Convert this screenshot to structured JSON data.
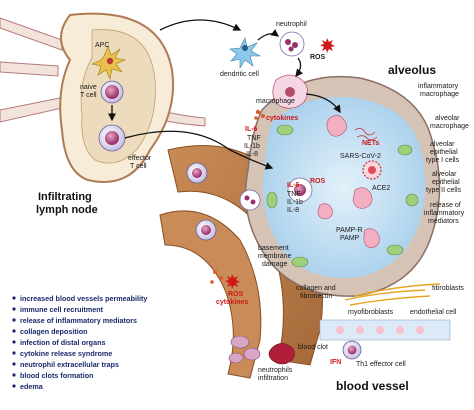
{
  "lymph_node": {
    "title_line1": "Infiltrating",
    "title_line2": "lymph node",
    "apc": "APC",
    "naive_t_cell_1": "naive",
    "naive_t_cell_2": "T cell",
    "effector_t_cell_1": "effector",
    "effector_t_cell_2": "T cell"
  },
  "top_cells": {
    "dendritic_cell": "dendritic cell",
    "neutrophil": "neutrophil",
    "ros": "ROS",
    "macrophage": "macrophage",
    "cytokines": "cytokines",
    "il6": "IL-6",
    "tnf": "TNF",
    "il1b": "IL-1b",
    "il8": "IL-8"
  },
  "alveolus": {
    "title": "alveolus",
    "inflammatory_macrophage_1": "inflammatory",
    "inflammatory_macrophage_2": "macrophage",
    "alveolar_macrophage_1": "alveolar",
    "alveolar_macrophage_2": "macrophage",
    "nets": "NETs",
    "type1_1": "alveolar",
    "type1_2": "epithelial",
    "type1_3": "type I cells",
    "sars": "SARS-CoV-2",
    "ace2": "ACE2",
    "type2_1": "alveolar",
    "type2_2": "epithelial",
    "type2_3": "type II cells",
    "release_1": "release of",
    "release_2": "inflammatory",
    "release_3": "mediators",
    "pampr": "PAMP-R",
    "pamp": "PAMP",
    "center_ros": "ROS",
    "center_il6": "IL-6",
    "center_tnf": "TNF",
    "center_il1b": "IL-1b",
    "center_il8": "IL-8"
  },
  "vessel": {
    "basement_1": "basement",
    "basement_2": "membrane",
    "basement_3": "damage",
    "collagen_1": "collagen and",
    "collagen_2": "fibronectin",
    "fibroblasts": "fibroblasts",
    "myofibroblasts": "myofibroblasts",
    "endothelial": "endothelial cell",
    "ros_low": "ROS",
    "cytokines_low": "cytokines",
    "blood_clot": "blood clot",
    "neutrophils_infiltration_1": "neutrophils",
    "neutrophils_infiltration_2": "infiltration",
    "ifn": "IFN",
    "th1": "Th1 effector cell",
    "title": "blood vessel"
  },
  "bullets": [
    "increased blood vessels permeability",
    "immune cell recruitment",
    "release of inflammatory mediators",
    "collagen deposition",
    "infection of distal organs",
    "cytokine release syndrome",
    "neutrophil extracellular traps",
    "blood clots formation",
    "edema"
  ],
  "colors": {
    "accent_red": "#d01818",
    "bullet_blue": "#1b2a6b",
    "vessel_brown": "#b4743f",
    "alveolus_blue": "#bcdcf0"
  }
}
